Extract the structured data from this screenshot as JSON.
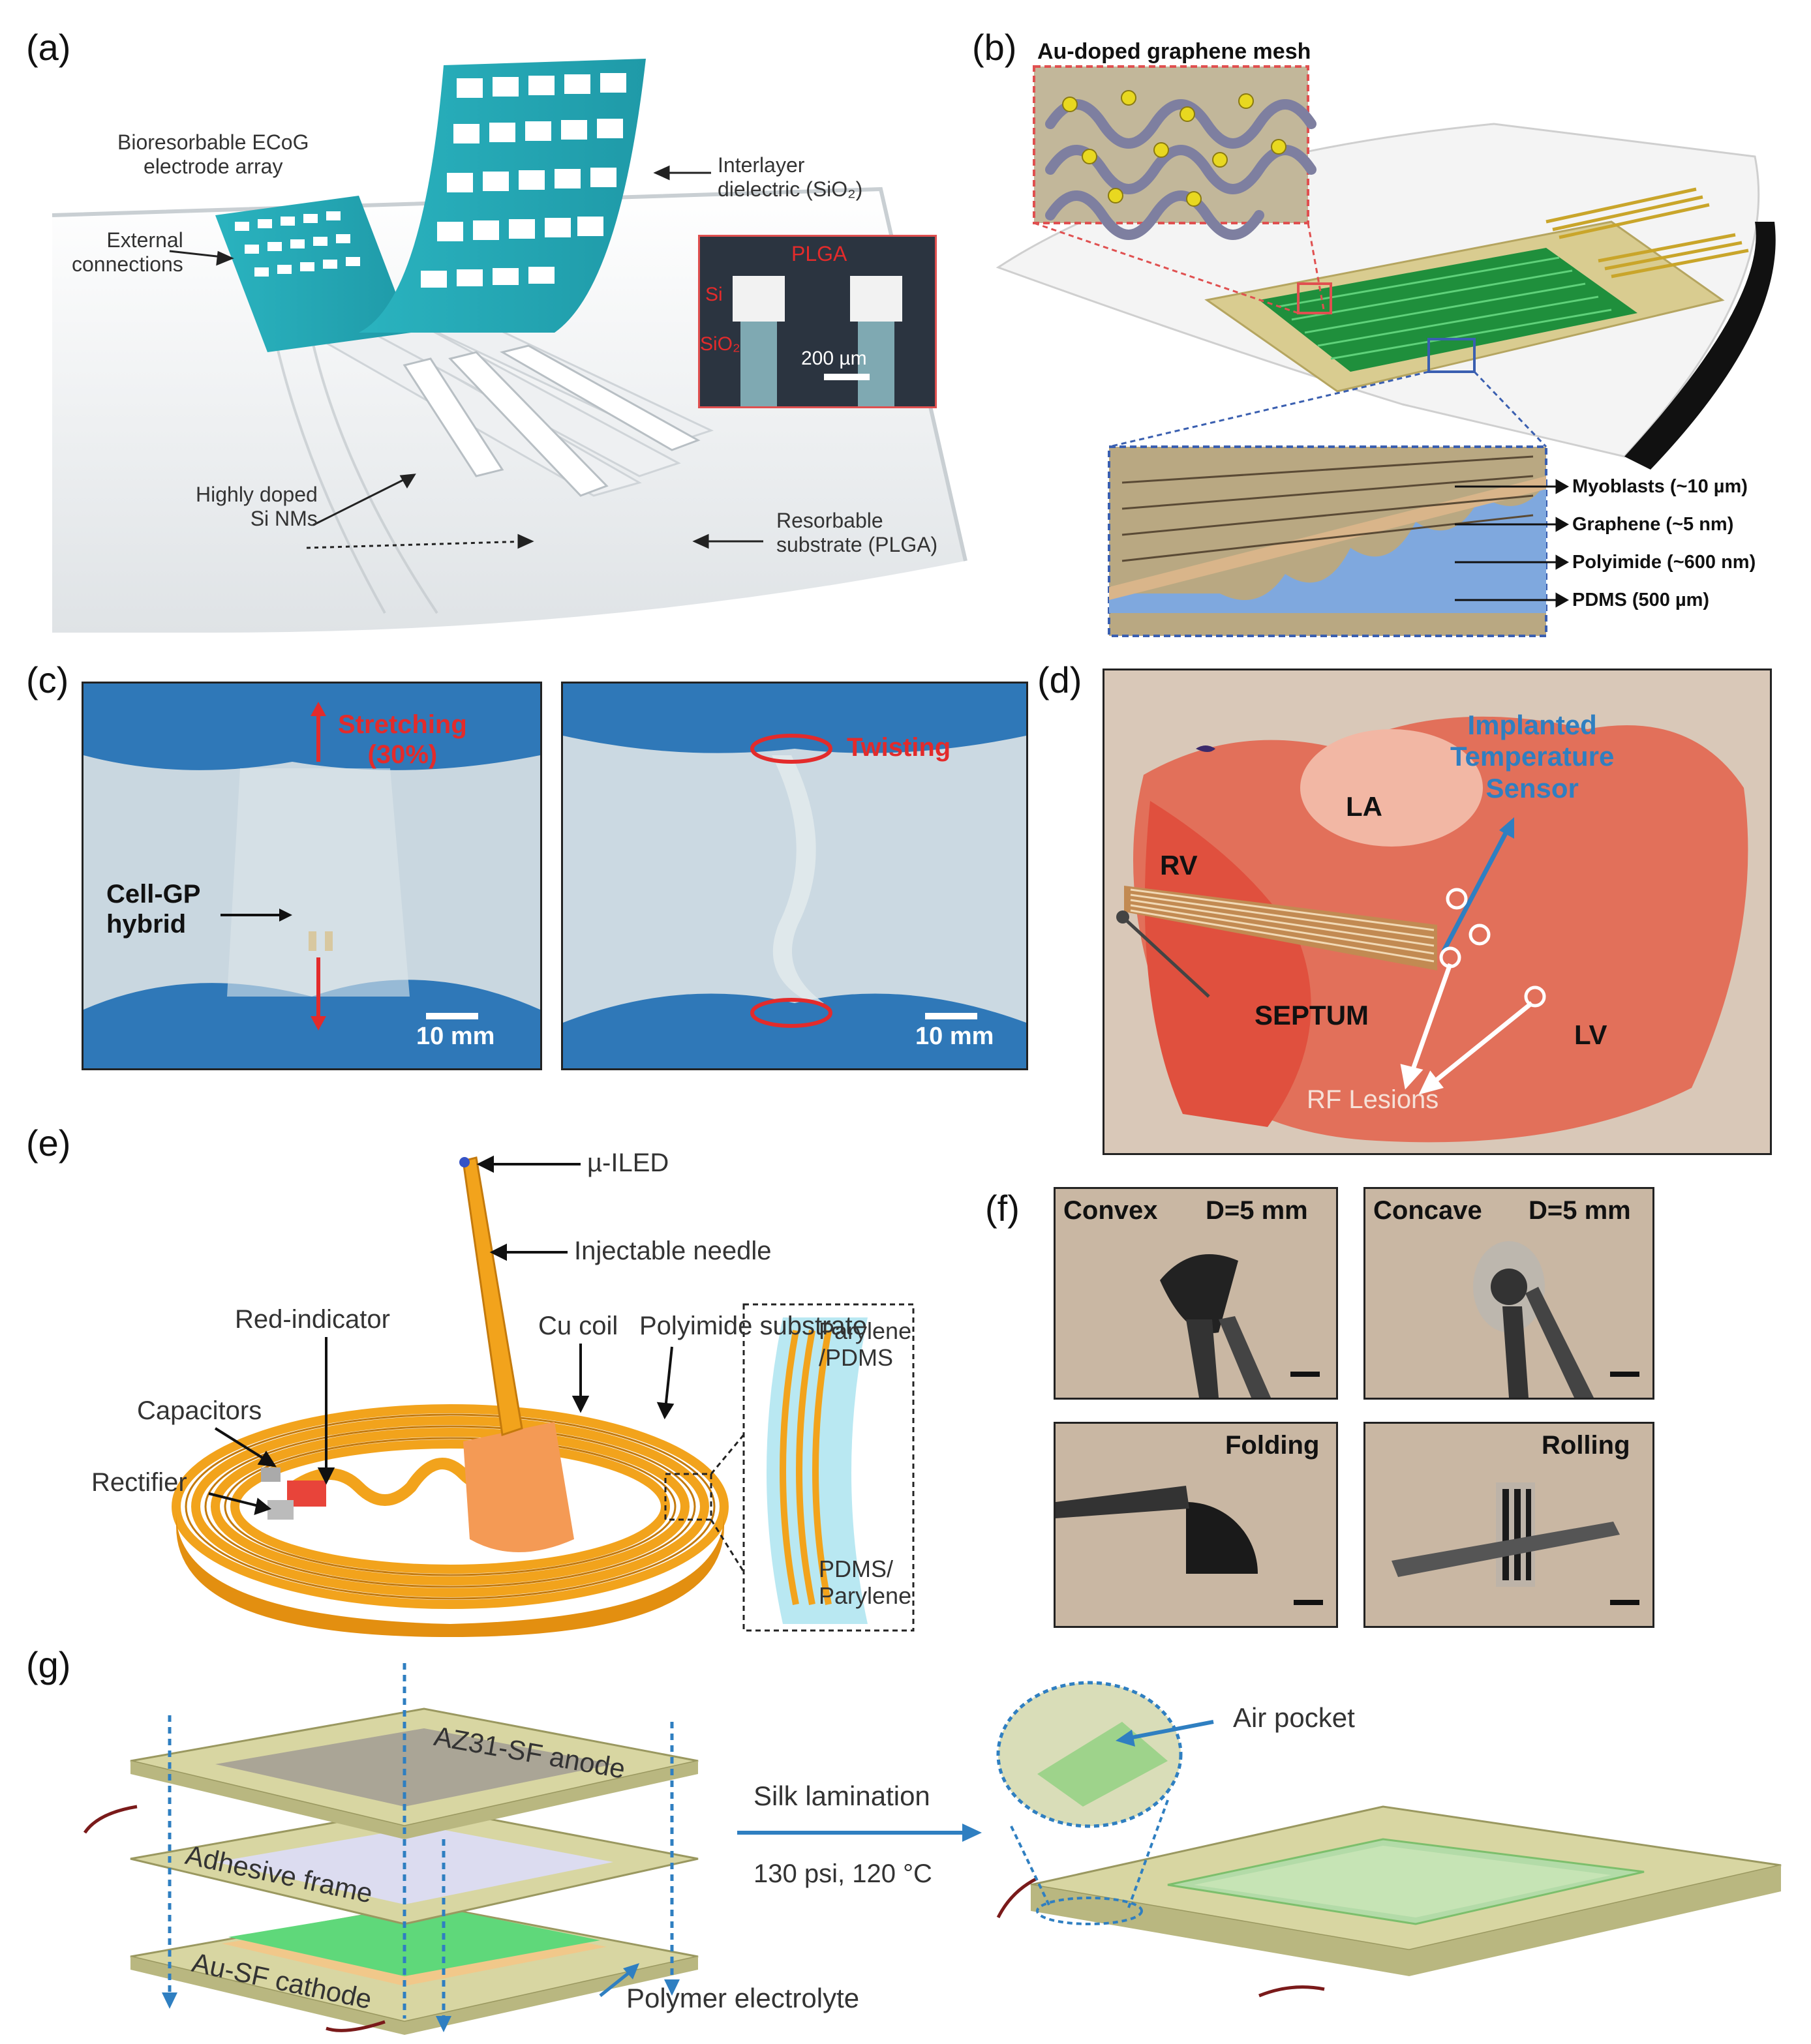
{
  "panels": {
    "a": {
      "letter": "(a)",
      "labels": {
        "array": "Bioresorbable ECoG\nelectrode array",
        "dielectric": "Interlayer\ndielectric (SiO₂)",
        "external": "External\nconnections",
        "doped": "Highly doped\nSi NMs",
        "substrate": "Resorbable\nsubstrate (PLGA)"
      },
      "inset": {
        "plga": "PLGA",
        "si": "Si",
        "sio2": "SiO₂",
        "scale": "200 µm"
      }
    },
    "b": {
      "letter": "(b)",
      "title": "Au-doped graphene mesh",
      "layers": [
        "Myoblasts (~10 µm)",
        "Graphene (~5 nm)",
        "Polyimide (~600 nm)",
        "PDMS (500 µm)"
      ]
    },
    "c": {
      "letter": "(c)",
      "left": {
        "action": "Stretching\n(30%)",
        "hybrid": "Cell-GP\nhybrid",
        "scale": "10 mm"
      },
      "right": {
        "action": "Twisting",
        "scale": "10 mm"
      }
    },
    "d": {
      "letter": "(d)",
      "sensor": "Implanted\nTemperature\nSensor",
      "la": "LA",
      "rv": "RV",
      "septum": "SEPTUM",
      "lv": "LV",
      "lesions": "RF Lesions"
    },
    "e": {
      "letter": "(e)",
      "iled": "µ-ILED",
      "needle": "Injectable needle",
      "red_indicator": "Red-indicator",
      "cu_coil": "Cu coil",
      "polyimide": "Polyimide substrate",
      "capacitors": "Capacitors",
      "rectifier": "Rectifier",
      "parylene_pdms": "Parylene\n/PDMS",
      "pdms_parylene": "PDMS/\nParylene"
    },
    "f": {
      "letter": "(f)",
      "convex": "Convex",
      "concave": "Concave",
      "d5": "D=5 mm",
      "folding": "Folding",
      "rolling": "Rolling"
    },
    "g": {
      "letter": "(g)",
      "anode": "AZ31-SF anode",
      "frame": "Adhesive frame",
      "cathode": "Au-SF cathode",
      "electrolyte": "Polymer electrolyte",
      "lamination": "Silk lamination",
      "conditions": "130 psi, 120 °C",
      "air": "Air pocket"
    }
  },
  "colors": {
    "teal": "#2ab3bf",
    "tissue": "#e2705a",
    "glove": "#2f78b8",
    "coil": "#f2a31c",
    "film": "#d8d6a2",
    "blue_arrow": "#2f7fc1",
    "red_label": "#e32b2b"
  }
}
